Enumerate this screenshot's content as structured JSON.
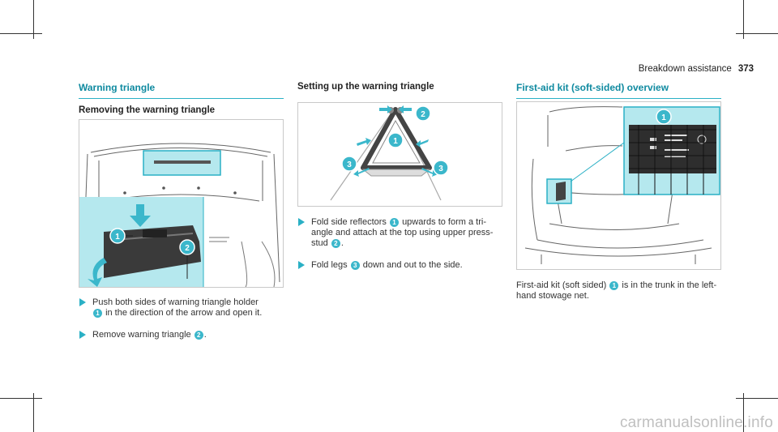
{
  "running_head": {
    "text": "Breakdown assistance",
    "page": "373"
  },
  "col1": {
    "section_title": "Warning triangle",
    "subsection_title": "Removing the warning triangle",
    "steps": [
      {
        "before": "Push both sides of warning triangle holder",
        "num": "1",
        "after": "in the direction of the arrow and open it."
      },
      {
        "before": "Remove warning triangle",
        "num": "2",
        "after": "."
      }
    ],
    "callouts": [
      "1",
      "2"
    ]
  },
  "col2": {
    "subsection_title": "Setting up the warning triangle",
    "steps": [
      {
        "before": "Fold side reflectors",
        "num": "1",
        "after": "upwards to form a tri-angle and attach at the top using upper press-stud",
        "num2": "2",
        "after2": "."
      },
      {
        "before": "Fold legs",
        "num": "3",
        "after": "down and out to the side."
      }
    ],
    "callouts": [
      "1",
      "2",
      "3",
      "3"
    ]
  },
  "col3": {
    "section_title": "First-aid kit (soft-sided) overview",
    "caption": {
      "before": "First-aid kit (soft sided)",
      "num": "1",
      "after": "is in the trunk in the left-hand stowage net."
    },
    "callouts": [
      "1"
    ]
  },
  "watermark": "carmanualsonline.info",
  "colors": {
    "accent": "#2ab0c5",
    "heading": "#0f8aa0",
    "highlight": "#b5e8ee"
  }
}
